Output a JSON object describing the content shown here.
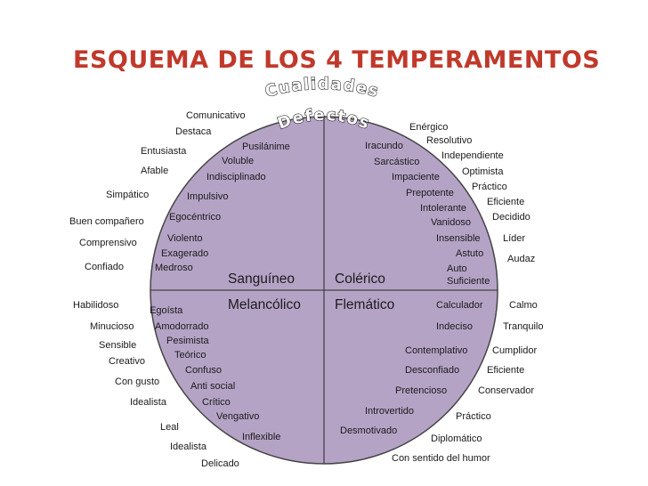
{
  "title": "ESQUEMA DE LOS 4 TEMPERAMENTOS",
  "arc_labels": {
    "outer": "Cualidades",
    "inner": "Defectos"
  },
  "colors": {
    "title": "#c0392b",
    "circle_fill": "#b5a3c6",
    "circle_stroke": "#444444"
  },
  "quadrants": {
    "sanguineo": "Sanguíneo",
    "colerico": "Colérico",
    "melancolico": "Melancólico",
    "flematico": "Flemático"
  },
  "words": {
    "sanguineo": {
      "cualidades": [
        "Comunicativo",
        "Destaca",
        "Entusiasta",
        "Afable",
        "Simpático",
        "Buen compañero",
        "Comprensivo",
        "Confiado"
      ],
      "defectos": [
        "Pusilánime",
        "Voluble",
        "Indisciplinado",
        "Impulsivo",
        "Egocéntrico",
        "Violento",
        "Exagerado",
        "Medroso"
      ]
    },
    "colerico": {
      "defectos": [
        "Iracundo",
        "Sarcástico",
        "Impaciente",
        "Prepotente",
        "Intolerante",
        "Vanidoso",
        "Insensible",
        "Astuto",
        "Auto",
        "Suficiente"
      ],
      "cualidades": [
        "Enérgico",
        "Resolutivo",
        "Independiente",
        "Optimista",
        "Práctico",
        "Eficiente",
        "Decidido",
        "Líder",
        "Audaz"
      ]
    },
    "melancolico": {
      "cualidades": [
        "Habilidoso",
        "Minucioso",
        "Sensible",
        "Creativo",
        "Con gusto",
        "Idealista",
        "Leal",
        "Idealista",
        "Delicado"
      ],
      "defectos": [
        "Egoísta",
        "Amodorrado",
        "Pesimista",
        "Teórico",
        "Confuso",
        "Anti social",
        "Crítico",
        "Vengativo",
        "Inflexible"
      ]
    },
    "flematico": {
      "defectos": [
        "Calculador",
        "Indeciso",
        "Contemplativo",
        "Desconfiado",
        "Pretencioso",
        "Introvertido",
        "Desmotivado"
      ],
      "cualidades": [
        "Calmo",
        "Tranquilo",
        "Cumplidor",
        "Eficiente",
        "Conservador",
        "Práctico",
        "Diplomático",
        "Con sentido del humor"
      ]
    }
  }
}
